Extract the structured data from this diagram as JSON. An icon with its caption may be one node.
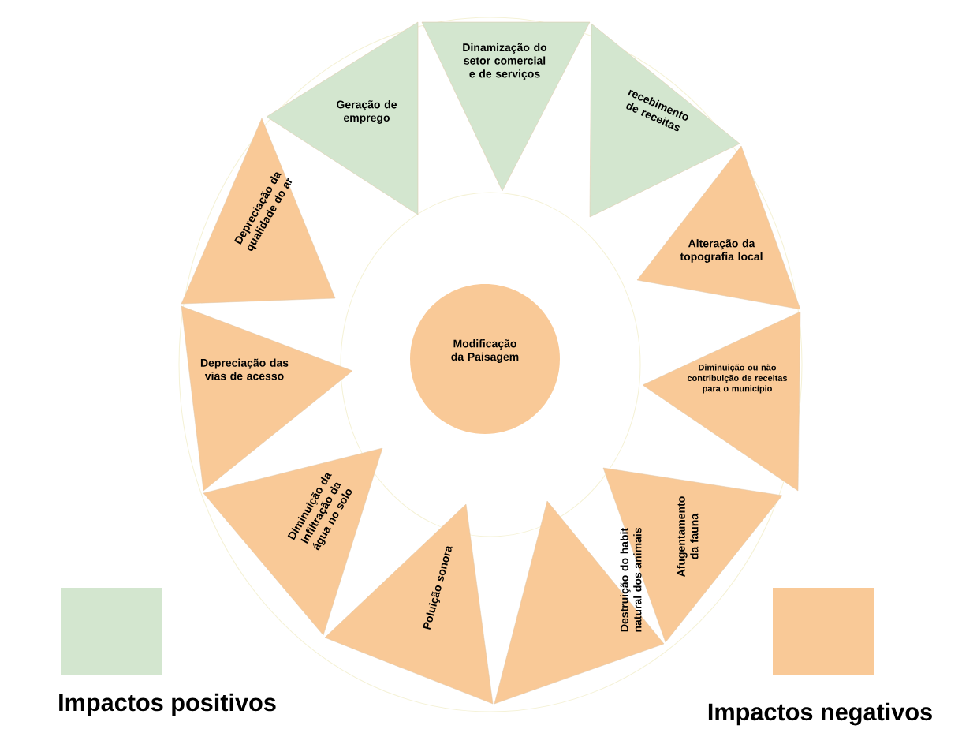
{
  "diagram": {
    "nodes": [
      {
        "text": [
          "Dinamização do setor comercial e de serviços"
        ]
      },
      {
        "text": [
          "recebimento de receitas"
        ]
      },
      {
        "text": [
          "Alteração da topografia local"
        ]
      },
      {
        "text": [
          "Diminuição ou não contribuição de receitas para o município"
        ]
      },
      {
        "text": [
          "Afugentamento da fauna"
        ]
      },
      {
        "text": [
          "Destruição do habit natural dos animais"
        ]
      },
      {
        "text": [
          "Poluição sonora"
        ]
      },
      {
        "text": [
          "Diminuição da Infiltração da água no solo"
        ]
      },
      {
        "text": [
          "Depreciação das vias de acesso"
        ]
      },
      {
        "text": [
          "Depreciação da qualidade do ar"
        ]
      },
      {
        "text": [
          "Geração de emprego"
        ]
      },
      {
        "text": [
          "Modificação da Paisagem"
        ]
      }
    ],
    "legend": [
      {
        "text": "Impactos positivos",
        "color": "#d3e6cf"
      },
      {
        "text": "Impactos negativos",
        "color": "#f9c997"
      }
    ]
  }
}
